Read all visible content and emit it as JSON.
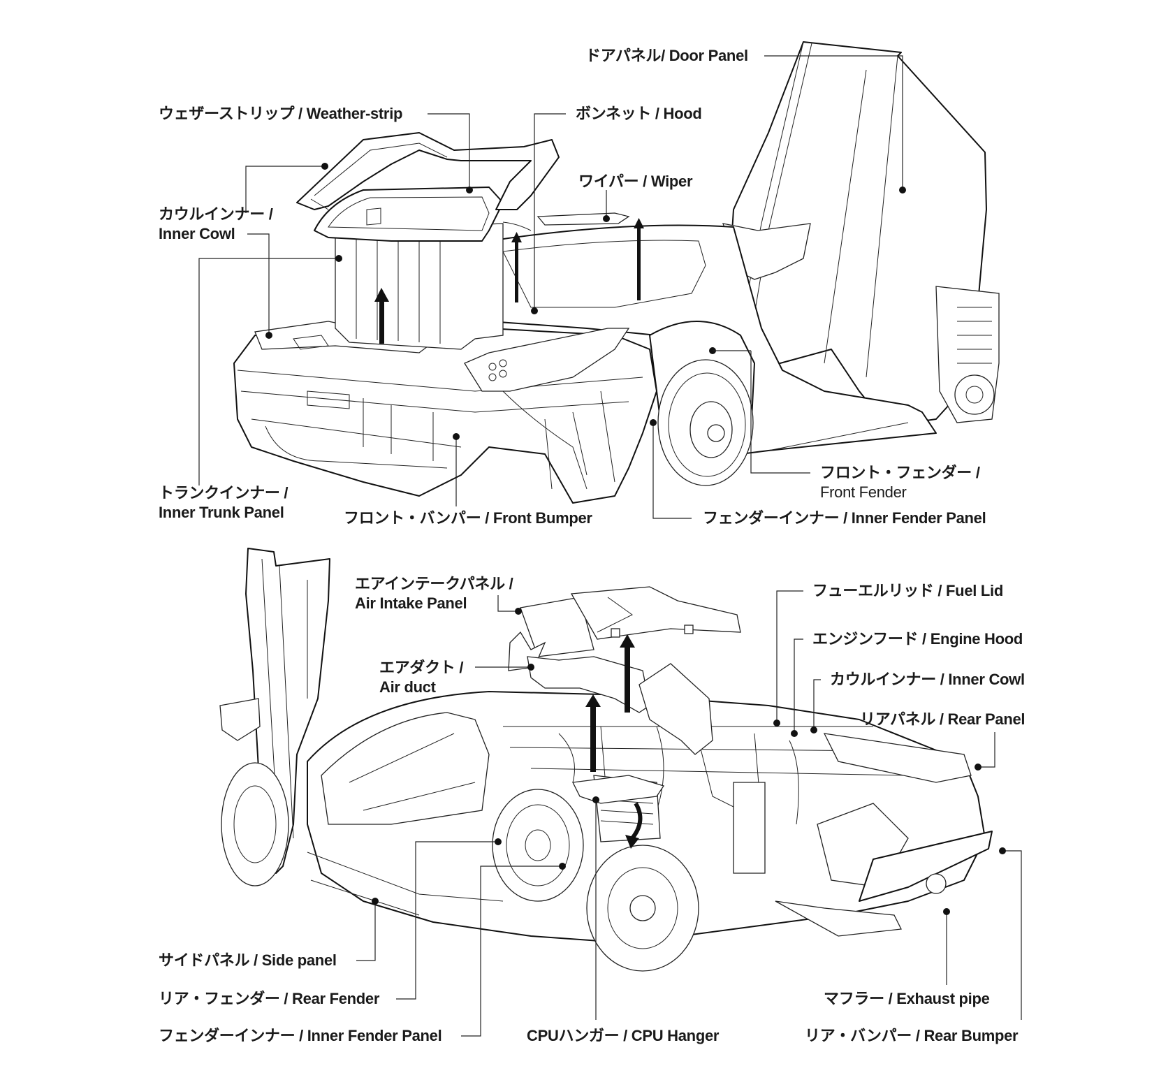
{
  "diagram": {
    "type": "exploded-car-parts-diagram",
    "upper_view": {
      "description": "Front three-quarter view with hood, inner cowl and door opened",
      "labels": [
        {
          "id": "door_panel",
          "ja": "ドアパネル",
          "en": "Door Panel"
        },
        {
          "id": "weather_strip",
          "ja": "ウェザーストリップ",
          "en": "Weather-strip"
        },
        {
          "id": "hood",
          "ja": "ボンネット",
          "en": "Hood"
        },
        {
          "id": "wiper",
          "ja": "ワイパー",
          "en": "Wiper"
        },
        {
          "id": "inner_cowl",
          "ja": "カウルインナー",
          "en": "Inner Cowl"
        },
        {
          "id": "inner_trunk_panel",
          "ja": "トランクインナー",
          "en": "Inner Trunk Panel"
        },
        {
          "id": "front_bumper",
          "ja": "フロント・バンパー",
          "en": "Front Bumper"
        },
        {
          "id": "front_fender",
          "ja": "フロント・フェンダー",
          "en": "Front Fender"
        },
        {
          "id": "inner_fender_panel",
          "ja": "フェンダーインナー",
          "en": "Inner Fender Panel"
        }
      ]
    },
    "lower_view": {
      "description": "Rear three-quarter view with engine hood, air intake panel and air duct removed",
      "labels": [
        {
          "id": "air_intake_panel",
          "ja": "エアインテークパネル",
          "en": "Air Intake Panel"
        },
        {
          "id": "air_duct",
          "ja": "エアダクト",
          "en": "Air duct"
        },
        {
          "id": "fuel_lid",
          "ja": "フューエルリッド",
          "en": "Fuel Lid"
        },
        {
          "id": "engine_hood",
          "ja": "エンジンフード",
          "en": "Engine Hood"
        },
        {
          "id": "inner_cowl",
          "ja": "カウルインナー",
          "en": "Inner Cowl"
        },
        {
          "id": "rear_panel",
          "ja": "リアパネル",
          "en": "Rear Panel"
        },
        {
          "id": "side_panel",
          "ja": "サイドパネル",
          "en": "Side panel"
        },
        {
          "id": "rear_fender",
          "ja": "リア・フェンダー",
          "en": "Rear Fender"
        },
        {
          "id": "inner_fender_panel",
          "ja": "フェンダーインナー",
          "en": "Inner Fender Panel"
        },
        {
          "id": "cpu_hanger",
          "ja": "CPUハンガー",
          "en": "CPU Hanger"
        },
        {
          "id": "exhaust_pipe",
          "ja": "マフラー",
          "en": "Exhaust pipe"
        },
        {
          "id": "rear_bumper",
          "ja": "リア・バンパー",
          "en": "Rear Bumper"
        }
      ]
    },
    "separator": " / "
  }
}
